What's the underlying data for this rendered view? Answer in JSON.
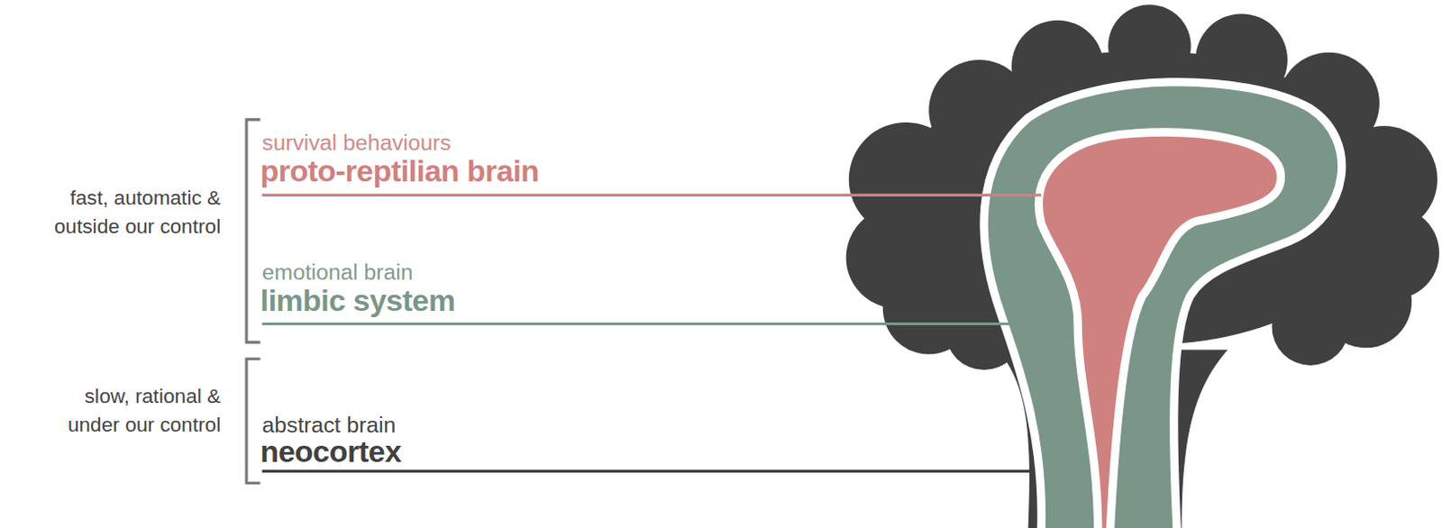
{
  "diagram": {
    "labels": [
      "fast, automatic & outside our control",
      "survival behaviours",
      "proto-reptilian brain",
      "emotional brain",
      "limbic system",
      "slow, rational & under our control",
      "abstract brain",
      "neocortex"
    ]
  }
}
